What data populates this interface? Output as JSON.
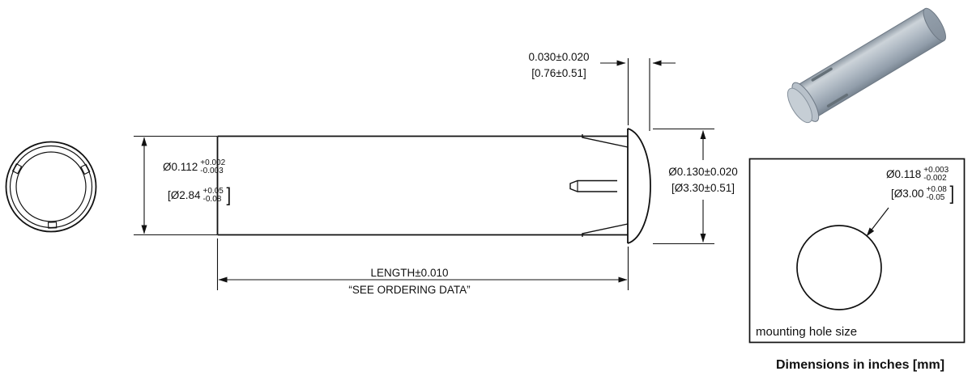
{
  "caption": "Dimensions in inches [mm]",
  "front_view": {
    "dim_in": {
      "value": "Ø0.112",
      "plus": "+0.002",
      "minus": "-0.003"
    },
    "dim_mm": {
      "open": "[Ø2.84",
      "plus": "+0.05",
      "minus": "-0.08",
      "close": "]"
    }
  },
  "flange": {
    "dim_in": "0.030±0.020",
    "dim_mm": "[0.76±0.51]"
  },
  "head": {
    "dim_in": "Ø0.130±0.020",
    "dim_mm": "[Ø3.30±0.51]"
  },
  "length": {
    "line1": "LENGTH±0.010",
    "line2": "“SEE ORDERING DATA”"
  },
  "mounting_hole": {
    "label": "mounting hole size",
    "dim_in": {
      "value": "Ø0.118",
      "plus": "+0.003",
      "minus": "-0.002"
    },
    "dim_mm": {
      "open": "[Ø3.00",
      "plus": "+0.08",
      "minus": "-0.05",
      "close": "]"
    }
  }
}
